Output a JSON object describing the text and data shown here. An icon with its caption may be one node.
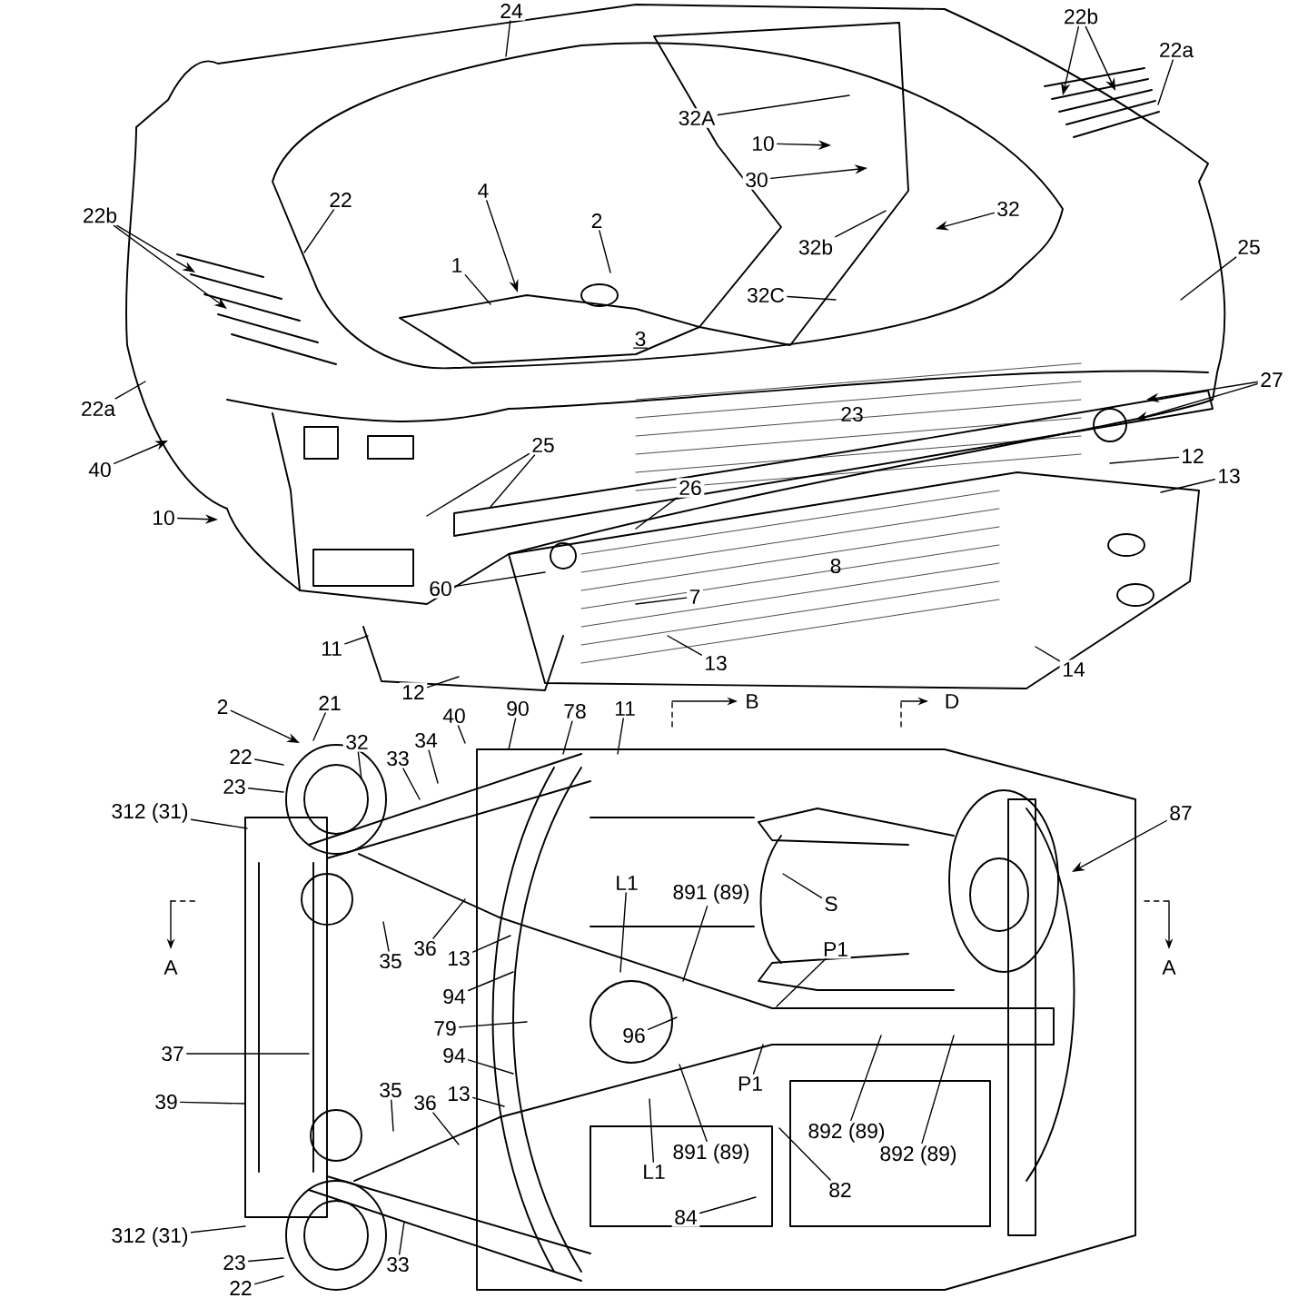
{
  "diagram": {
    "nodes": [
      {
        "text": [
          "24"
        ]
      },
      {
        "text": [
          "22b"
        ]
      },
      {
        "text": [
          "22a"
        ]
      },
      {
        "text": [
          "22b"
        ]
      },
      {
        "text": [
          "22"
        ]
      },
      {
        "text": [
          "32A"
        ]
      },
      {
        "text": [
          "10"
        ]
      },
      {
        "text": [
          "30"
        ]
      },
      {
        "text": [
          "4"
        ]
      },
      {
        "text": [
          "2"
        ]
      },
      {
        "text": [
          "32"
        ]
      },
      {
        "text": [
          "32b"
        ]
      },
      {
        "text": [
          "25"
        ]
      },
      {
        "text": [
          "1"
        ]
      },
      {
        "text": [
          "32C"
        ]
      },
      {
        "text": [
          "22a"
        ]
      },
      {
        "text": [
          "27"
        ]
      },
      {
        "text": [
          "40"
        ]
      },
      {
        "text": [
          "25"
        ]
      },
      {
        "text": [
          "12"
        ]
      },
      {
        "text": [
          "13"
        ]
      },
      {
        "text": [
          "26"
        ]
      },
      {
        "text": [
          "10"
        ]
      },
      {
        "text": [
          "60"
        ]
      },
      {
        "text": [
          "7"
        ]
      },
      {
        "text": [
          "11"
        ]
      },
      {
        "text": [
          "13"
        ]
      },
      {
        "text": [
          "14"
        ]
      },
      {
        "text": [
          "12"
        ]
      },
      {
        "text": [
          "2"
        ]
      },
      {
        "text": [
          "21"
        ]
      },
      {
        "text": [
          "40"
        ]
      },
      {
        "text": [
          "90"
        ]
      },
      {
        "text": [
          "78"
        ]
      },
      {
        "text": [
          "11"
        ]
      },
      {
        "text": [
          "32"
        ]
      },
      {
        "text": [
          "34"
        ]
      },
      {
        "text": [
          "33"
        ]
      },
      {
        "text": [
          "22"
        ]
      },
      {
        "text": [
          "23"
        ]
      },
      {
        "text": [
          "312 (31)"
        ]
      },
      {
        "text": [
          "87"
        ]
      },
      {
        "text": [
          "L1"
        ]
      },
      {
        "text": [
          "891 (89)"
        ]
      },
      {
        "text": [
          "S"
        ]
      },
      {
        "text": [
          "P1"
        ]
      },
      {
        "text": [
          "35"
        ]
      },
      {
        "text": [
          "36"
        ]
      },
      {
        "text": [
          "13"
        ]
      },
      {
        "text": [
          "94"
        ]
      },
      {
        "text": [
          "79"
        ]
      },
      {
        "text": [
          "96"
        ]
      },
      {
        "text": [
          "94"
        ]
      },
      {
        "text": [
          "37"
        ]
      },
      {
        "text": [
          "39"
        ]
      },
      {
        "text": [
          "35"
        ]
      },
      {
        "text": [
          "36"
        ]
      },
      {
        "text": [
          "13"
        ]
      },
      {
        "text": [
          "P1"
        ]
      },
      {
        "text": [
          "892 (89)"
        ]
      },
      {
        "text": [
          "892 (89)"
        ]
      },
      {
        "text": [
          "891 (89)"
        ]
      },
      {
        "text": [
          "L1"
        ]
      },
      {
        "text": [
          "82"
        ]
      },
      {
        "text": [
          "84"
        ]
      },
      {
        "text": [
          "312 (31)"
        ]
      },
      {
        "text": [
          "23"
        ]
      },
      {
        "text": [
          "22"
        ]
      },
      {
        "text": [
          "33"
        ]
      }
    ],
    "edges": [
      {
        "from": 0,
        "to": null,
        "arrow": "none"
      },
      {
        "from": 1,
        "to": null,
        "arrow": "to"
      },
      {
        "from": 1,
        "to": null,
        "arrow": "to"
      },
      {
        "from": 2,
        "to": null,
        "arrow": "none"
      },
      {
        "from": 3,
        "to": null,
        "arrow": "to"
      },
      {
        "from": 3,
        "to": null,
        "arrow": "to"
      },
      {
        "from": 4,
        "to": null,
        "arrow": "none"
      },
      {
        "from": 5,
        "to": null,
        "arrow": "none"
      },
      {
        "from": 6,
        "to": null,
        "arrow": "to"
      },
      {
        "from": 7,
        "to": null,
        "arrow": "to"
      },
      {
        "from": 8,
        "to": null,
        "arrow": "to"
      },
      {
        "from": 9,
        "to": null,
        "arrow": "none"
      },
      {
        "from": 10,
        "to": null,
        "arrow": "to"
      },
      {
        "from": 11,
        "to": null,
        "arrow": "none"
      },
      {
        "from": 12,
        "to": null,
        "arrow": "none"
      },
      {
        "from": 13,
        "to": null,
        "arrow": "none"
      },
      {
        "from": 14,
        "to": null,
        "arrow": "none"
      },
      {
        "from": 15,
        "to": null,
        "arrow": "none"
      },
      {
        "from": 16,
        "to": null,
        "arrow": "to"
      },
      {
        "from": 16,
        "to": null,
        "arrow": "to"
      },
      {
        "from": 17,
        "to": null,
        "arrow": "to"
      },
      {
        "from": 18,
        "to": null,
        "arrow": "none"
      },
      {
        "from": 18,
        "to": null,
        "arrow": "none"
      },
      {
        "from": 19,
        "to": null,
        "arrow": "none"
      },
      {
        "from": 20,
        "to": null,
        "arrow": "none"
      },
      {
        "from": 21,
        "to": null,
        "arrow": "none"
      },
      {
        "from": 22,
        "to": null,
        "arrow": "to"
      },
      {
        "from": 23,
        "to": null,
        "arrow": "none"
      },
      {
        "from": 24,
        "to": null,
        "arrow": "none"
      },
      {
        "from": 25,
        "to": null,
        "arrow": "none"
      },
      {
        "from": 26,
        "to": null,
        "arrow": "none"
      },
      {
        "from": 27,
        "to": null,
        "arrow": "none"
      },
      {
        "from": 28,
        "to": null,
        "arrow": "none"
      },
      {
        "from": 29,
        "to": null,
        "arrow": "to"
      },
      {
        "from": 30,
        "to": null,
        "arrow": "none"
      },
      {
        "from": 31,
        "to": null,
        "arrow": "none"
      },
      {
        "from": 32,
        "to": null,
        "arrow": "none"
      },
      {
        "from": 33,
        "to": null,
        "arrow": "none"
      },
      {
        "from": 34,
        "to": null,
        "arrow": "none"
      },
      {
        "from": 35,
        "to": null,
        "arrow": "none"
      },
      {
        "from": 36,
        "to": null,
        "arrow": "none"
      },
      {
        "from": 37,
        "to": null,
        "arrow": "none"
      },
      {
        "from": 38,
        "to": null,
        "arrow": "none"
      },
      {
        "from": 39,
        "to": null,
        "arrow": "none"
      },
      {
        "from": 40,
        "to": null,
        "arrow": "none"
      },
      {
        "from": 41,
        "to": null,
        "arrow": "to"
      },
      {
        "from": 42,
        "to": null,
        "arrow": "none"
      },
      {
        "from": 43,
        "to": null,
        "arrow": "none"
      },
      {
        "from": 44,
        "to": null,
        "arrow": "none"
      },
      {
        "from": 45,
        "to": null,
        "arrow": "none"
      },
      {
        "from": 46,
        "to": null,
        "arrow": "none"
      },
      {
        "from": 47,
        "to": null,
        "arrow": "none"
      },
      {
        "from": 48,
        "to": null,
        "arrow": "none"
      },
      {
        "from": 49,
        "to": null,
        "arrow": "none"
      },
      {
        "from": 50,
        "to": null,
        "arrow": "none"
      },
      {
        "from": 51,
        "to": null,
        "arrow": "none"
      },
      {
        "from": 52,
        "to": null,
        "arrow": "none"
      },
      {
        "from": 53,
        "to": null,
        "arrow": "none"
      },
      {
        "from": 54,
        "to": null,
        "arrow": "none"
      },
      {
        "from": 55,
        "to": null,
        "arrow": "none"
      },
      {
        "from": 56,
        "to": null,
        "arrow": "none"
      },
      {
        "from": 57,
        "to": null,
        "arrow": "none"
      },
      {
        "from": 58,
        "to": null,
        "arrow": "none"
      },
      {
        "from": 59,
        "to": null,
        "arrow": "none"
      },
      {
        "from": 60,
        "to": null,
        "arrow": "none"
      },
      {
        "from": 61,
        "to": null,
        "arrow": "none"
      },
      {
        "from": 62,
        "to": null,
        "arrow": "none"
      },
      {
        "from": 63,
        "to": null,
        "arrow": "none"
      },
      {
        "from": 64,
        "to": null,
        "arrow": "none"
      },
      {
        "from": 65,
        "to": null,
        "arrow": "none"
      },
      {
        "from": 66,
        "to": null,
        "arrow": "none"
      },
      {
        "from": 67,
        "to": null,
        "arrow": "none"
      },
      {
        "from": 68,
        "to": null,
        "arrow": "none"
      }
    ],
    "labels": [
      "23",
      "8",
      "3",
      "B",
      "D",
      "A",
      "A"
    ]
  }
}
